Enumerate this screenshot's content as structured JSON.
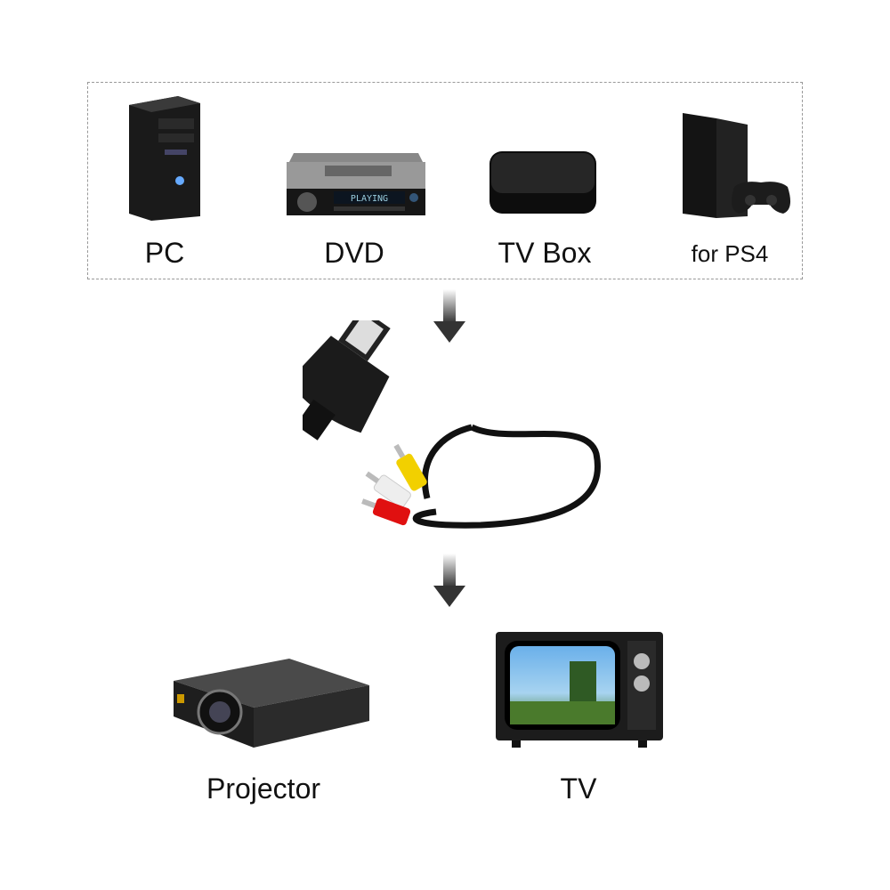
{
  "sources": [
    {
      "label": "PC",
      "icon": "pc-tower-icon"
    },
    {
      "label": "DVD",
      "icon": "dvd-player-icon",
      "display_text": "PLAYING"
    },
    {
      "label": "TV Box",
      "icon": "tv-box-icon"
    },
    {
      "label": "for PS4",
      "icon": "ps4-console-icon"
    }
  ],
  "product": {
    "name": "hdmi-to-rca-cable",
    "rca_colors": [
      "#f2d000",
      "#f2f2f2",
      "#e01010"
    ]
  },
  "outputs": [
    {
      "label": "Projector",
      "icon": "projector-icon"
    },
    {
      "label": "TV",
      "icon": "retro-tv-icon"
    }
  ]
}
